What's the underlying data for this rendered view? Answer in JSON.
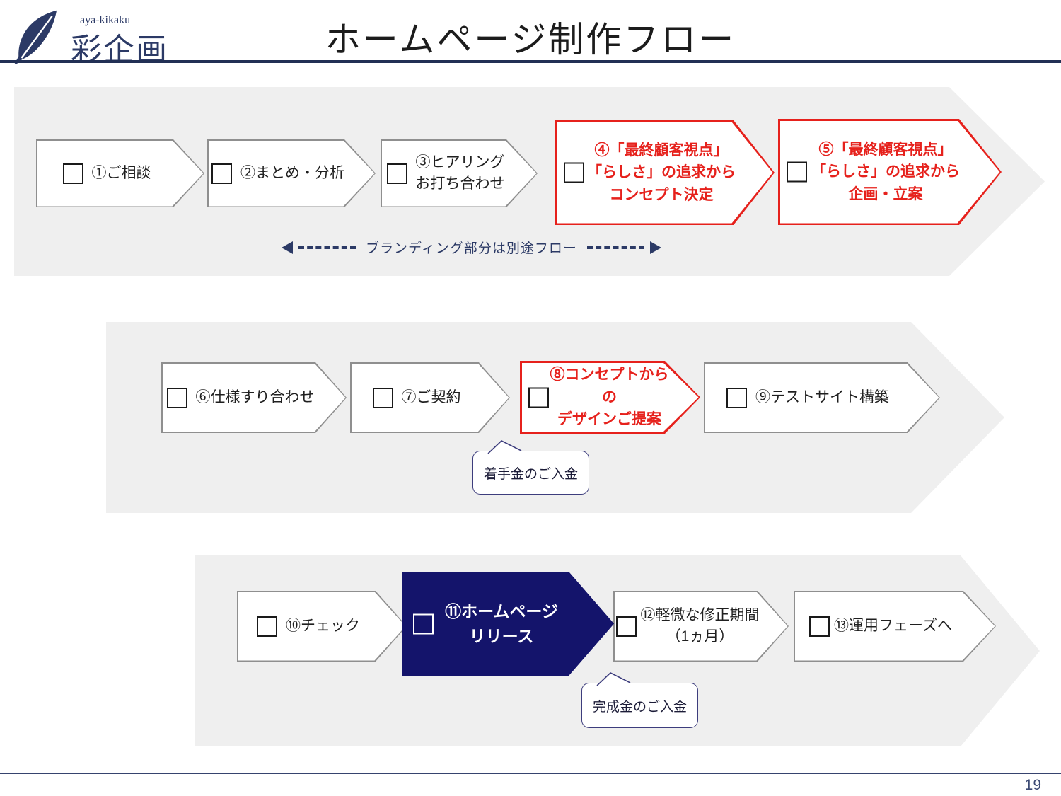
{
  "header": {
    "logo": {
      "icon": "feather-quill-icon",
      "subtitle": "aya-kikaku",
      "title": "彩企画"
    },
    "page_title": "ホームページ制作フロー"
  },
  "colors": {
    "navy_accent": "#14146b",
    "navy_line": "#223055",
    "red_accent": "#e6211c",
    "band_gray": "#efefef",
    "box_border_gray": "#8f8f8f"
  },
  "flow": {
    "rows": [
      {
        "steps": [
          {
            "label": "①ご相談"
          },
          {
            "label": "②まとめ・分析"
          },
          {
            "label": "③ヒアリング\nお打ち合わせ"
          },
          {
            "label": "④「最終顧客視点」\n「らしさ」の追求から\nコンセプト決定"
          },
          {
            "label": "⑤「最終顧客視点」\n「らしさ」の追求から\n企画・立案"
          }
        ],
        "note": "ブランディング部分は別途フロー"
      },
      {
        "steps": [
          {
            "label": "⑥仕様すり合わせ"
          },
          {
            "label": "⑦ご契約"
          },
          {
            "label": "⑧コンセプトからの\nデザインご提案"
          },
          {
            "label": "⑨テストサイト構築"
          }
        ],
        "callout": "着手金のご入金"
      },
      {
        "steps": [
          {
            "label": "⑩チェック"
          },
          {
            "label": "⑪ホームページ\nリリース"
          },
          {
            "label": "⑫軽微な修正期間\n（1ヵ月）"
          },
          {
            "label": "⑬運用フェーズへ"
          }
        ],
        "callout": "完成金のご入金"
      }
    ]
  },
  "footer": {
    "page_number": "19"
  }
}
